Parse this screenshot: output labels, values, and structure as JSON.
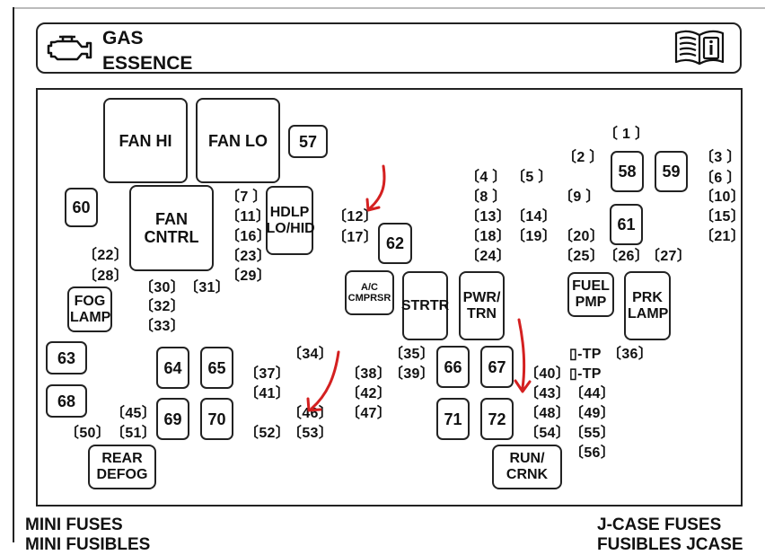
{
  "header": {
    "line1": "GAS",
    "line2": "ESSENCE",
    "engine_icon": "engine-icon",
    "manual_icon": "manual-info-icon"
  },
  "relays": {
    "fan_hi": "FAN HI",
    "fan_lo": "FAN LO",
    "fan_cntrl": "FAN CNTRL",
    "hdlp": "HDLP LO/HID",
    "ac_cmprsr": "A/C CMPRSR",
    "strtr": "STRTR",
    "pwr_trn": "PWR/ TRN",
    "fuel_pmp": "FUEL PMP",
    "prk_lamp": "PRK LAMP",
    "fog_lamp": "FOG LAMP",
    "rear_defog": "REAR DEFOG",
    "run_crnk": "RUN/ CRNK"
  },
  "jcase": {
    "f57": "57",
    "f58": "58",
    "f59": "59",
    "f60": "60",
    "f61": "61",
    "f62": "62",
    "f63": "63",
    "f64": "64",
    "f65": "65",
    "f66": "66",
    "f67": "67",
    "f68": "68",
    "f69": "69",
    "f70": "70",
    "f71": "71",
    "f72": "72"
  },
  "mini": {
    "f1": "1",
    "f2": "2",
    "f3": "3",
    "f4": "4",
    "f5": "5",
    "f6": "6",
    "f7": "7",
    "f8": "8",
    "f9": "9",
    "f10": "10",
    "f11": "11",
    "f12": "12",
    "f13": "13",
    "f14": "14",
    "f15": "15",
    "f16": "16",
    "f17": "17",
    "f18": "18",
    "f19": "19",
    "f20": "20",
    "f21": "21",
    "f22": "22",
    "f23": "23",
    "f24": "24",
    "f25": "25",
    "f26": "26",
    "f27": "27",
    "f28": "28",
    "f29": "29",
    "f30": "30",
    "f31": "31",
    "f32": "32",
    "f33": "33",
    "f34": "34",
    "f35": "35",
    "f36": "36",
    "f37": "37",
    "f38": "38",
    "f39": "39",
    "f40": "40",
    "f41": "41",
    "f42": "42",
    "f43": "43",
    "f44": "44",
    "f45": "45",
    "f46": "46",
    "f47": "47",
    "f48": "48",
    "f49": "49",
    "f50": "50",
    "f51": "51",
    "f52": "52",
    "f53": "53",
    "f54": "54",
    "f55": "55",
    "f56": "56",
    "tp1": "TP",
    "tp2": "TP"
  },
  "footer": {
    "mini_en": "MINI FUSES",
    "mini_fr": "MINI FUSIBLES",
    "jcase_en": "J-CASE FUSES",
    "jcase_fr": "FUSIBLES JCASE"
  },
  "annotations": {
    "arrow_color": "#d42020"
  }
}
